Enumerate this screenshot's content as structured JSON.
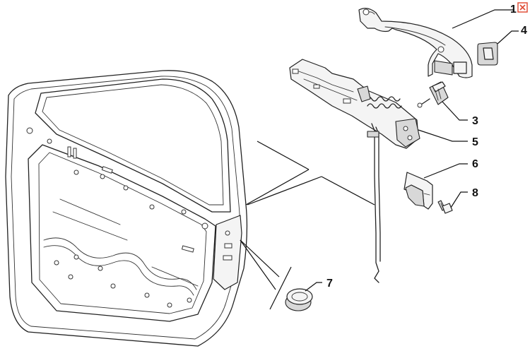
{
  "callouts": {
    "door_handle": "1",
    "handle_gasket": "4",
    "lock_cylinder": "3",
    "handle_bracket": "5",
    "retaining_clip": "6",
    "screw": "8",
    "plug": "7"
  },
  "colors": {
    "line": "#222222",
    "flag_icon": "#e0513a"
  },
  "icons": {
    "flag": "red-square-x-icon"
  }
}
